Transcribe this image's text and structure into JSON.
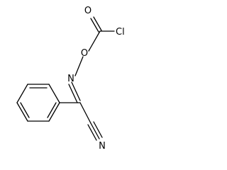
{
  "atoms": {
    "carbonyl_oxygen": "O",
    "chlorine": "Cl",
    "ester_oxygen": "O",
    "imine_nitrogen": "N",
    "nitrile_nitrogen": "N"
  },
  "colors": {
    "bond": "#000000",
    "label": "#000000",
    "background": "#ffffff"
  }
}
